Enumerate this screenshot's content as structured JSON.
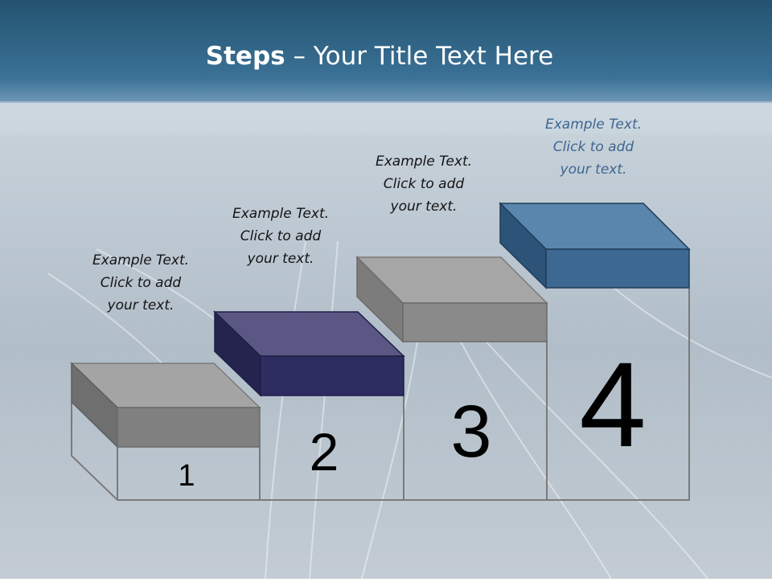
{
  "title": {
    "bold": "Steps",
    "rest": " – Your Title Text Here"
  },
  "steps": [
    {
      "number": "1",
      "text": [
        "Example Text.",
        "Click  to add",
        "your text."
      ],
      "color": "#808080"
    },
    {
      "number": "2",
      "text": [
        "Example Text.",
        "Click  to add",
        "your text."
      ],
      "color": "#2e2d62"
    },
    {
      "number": "3",
      "text": [
        "Example Text.",
        "Click  to add",
        "your text."
      ],
      "color": "#8a8a8a"
    },
    {
      "number": "4",
      "text": [
        "Example Text.",
        "Click  to add",
        "your text."
      ],
      "color": "#3d6891"
    }
  ],
  "colors": {
    "header": "#2d5f85",
    "background": "#b9c4cd",
    "outline": "#7a7a7a"
  }
}
